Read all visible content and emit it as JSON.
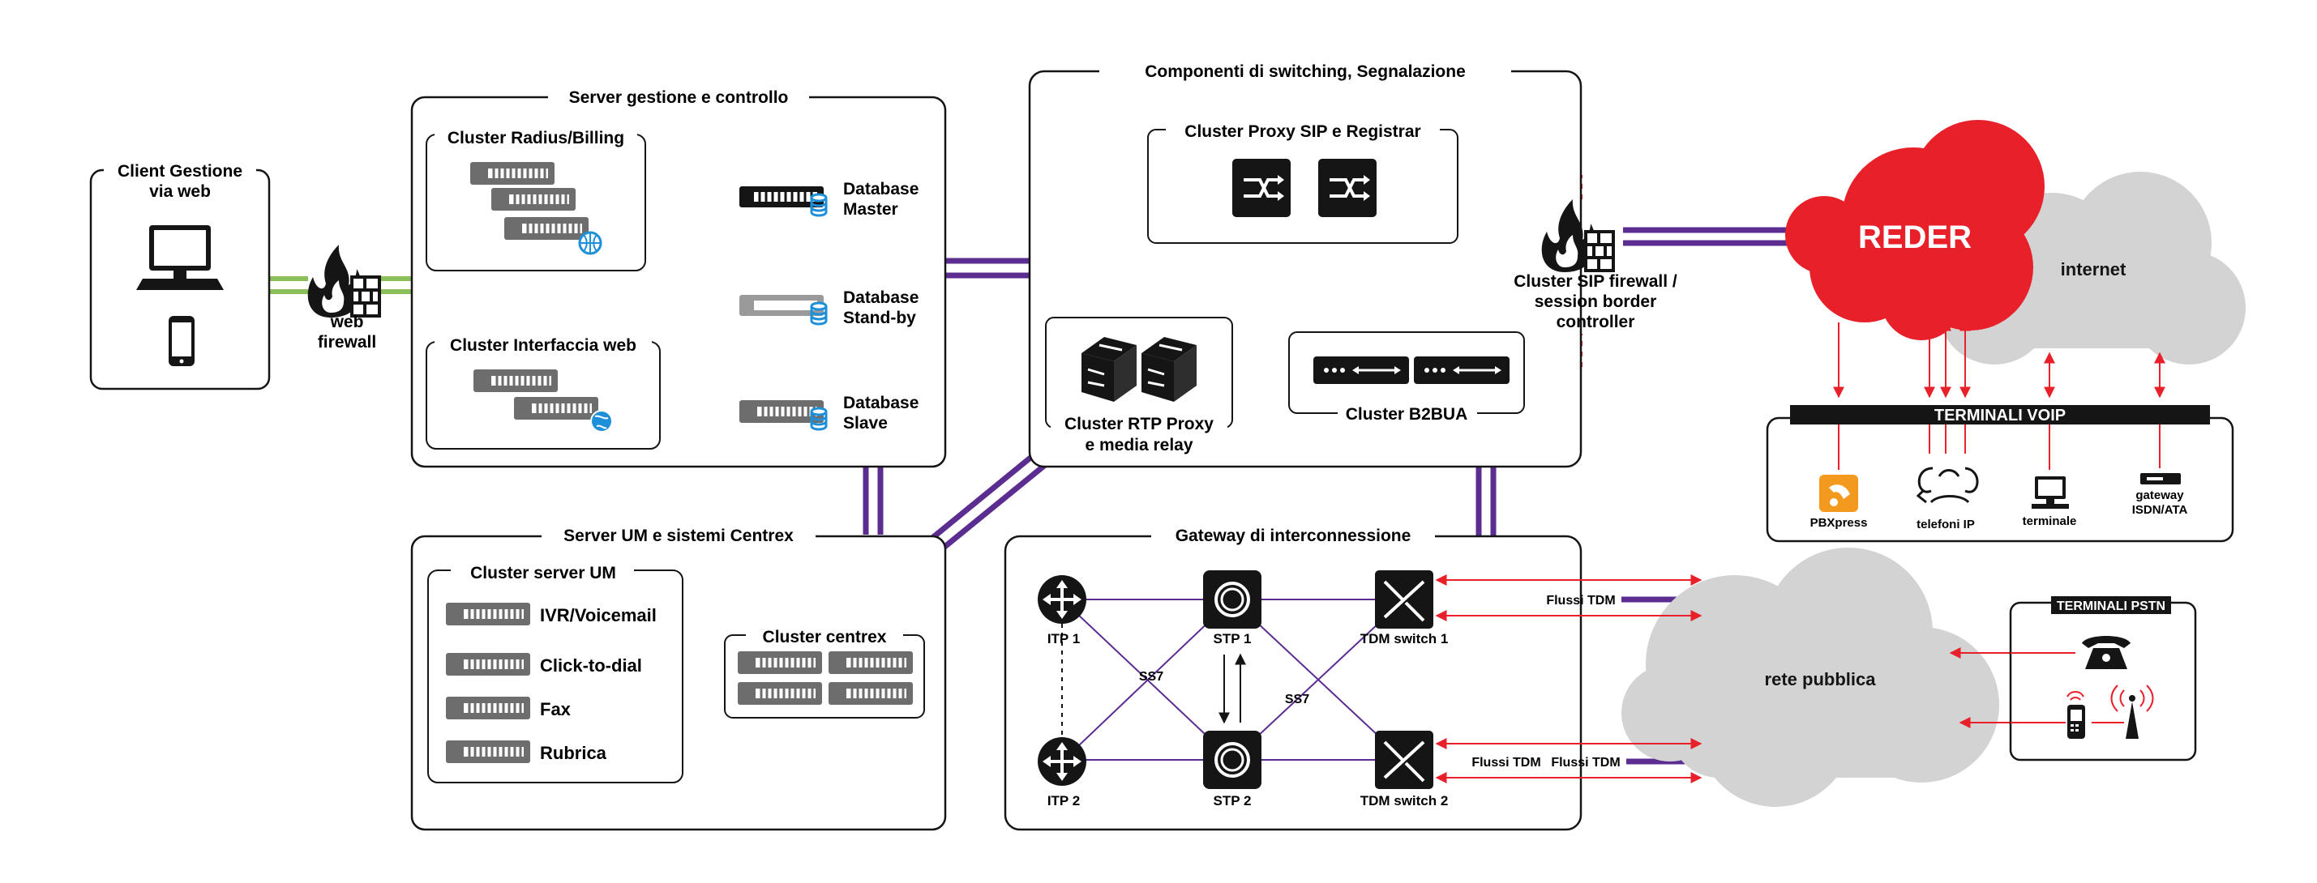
{
  "colors": {
    "purple": "#5b2d91",
    "green": "#8cbf5a",
    "red": "#e8202a",
    "server": "#6d6d6d",
    "black": "#151515",
    "cloud_grey": "#d3d3d3",
    "orange": "#f39a1e",
    "blue": "#1e90d9"
  },
  "client": {
    "title": [
      "Client Gestione",
      "via web"
    ],
    "icons": [
      "desktop-computer-icon",
      "smartphone-icon"
    ]
  },
  "web_firewall": {
    "label": [
      "web",
      "firewall"
    ],
    "icon": "firewall-icon"
  },
  "server_gestione": {
    "title": "Server gestione e controllo",
    "radius": "Cluster Radius/Billing",
    "interfaccia": "Cluster Interfaccia web",
    "db_master": [
      "Database",
      "Master"
    ],
    "db_standby": [
      "Database",
      "Stand-by"
    ],
    "db_slave": [
      "Database",
      "Slave"
    ]
  },
  "switching": {
    "title": "Componenti di switching, Segnalazione",
    "proxy_sip": "Cluster Proxy SIP e Registrar",
    "rtp_proxy": [
      "Cluster RTP Proxy",
      "e media relay"
    ],
    "b2bua": "Cluster B2BUA"
  },
  "sip_firewall": {
    "label": [
      "Cluster SIP firewall /",
      "session border",
      "controller"
    ],
    "icon": "firewall-icon"
  },
  "reder": {
    "label": "REDER"
  },
  "internet": {
    "label": "internet"
  },
  "terminali_voip": {
    "title": "TERMINALI VOIP",
    "items": [
      {
        "label": [
          "PBXpress"
        ],
        "icon": "pbxpress-icon"
      },
      {
        "label": [
          "telefoni IP"
        ],
        "icon": "ip-phone-icon"
      },
      {
        "label": [
          "terminale"
        ],
        "icon": "terminal-icon"
      },
      {
        "label": [
          "gateway",
          "ISDN/ATA"
        ],
        "icon": "gateway-icon"
      }
    ]
  },
  "server_um": {
    "title": "Server UM e sistemi Centrex",
    "cluster_um": "Cluster server UM",
    "items": [
      "IVR/Voicemail",
      "Click-to-dial",
      "Fax",
      "Rubrica"
    ],
    "centrex": "Cluster centrex"
  },
  "gateway": {
    "title": "Gateway di interconnessione",
    "itp1": "ITP 1",
    "itp2": "ITP 2",
    "stp1": "STP 1",
    "stp2": "STP 2",
    "tdm1": "TDM switch 1",
    "tdm2": "TDM switch 2",
    "ss7_a": "SS7",
    "ss7_b": "SS7",
    "flussi1": "Flussi TDM",
    "flussi2": "Flussi TDM",
    "flussi3": "Flussi TDM"
  },
  "rete_pubblica": {
    "label": "rete pubblica"
  },
  "terminali_pstn": {
    "title": "TERMINALI PSTN",
    "icons": [
      "telephone-icon",
      "mobile-phone-icon",
      "antenna-icon"
    ]
  }
}
